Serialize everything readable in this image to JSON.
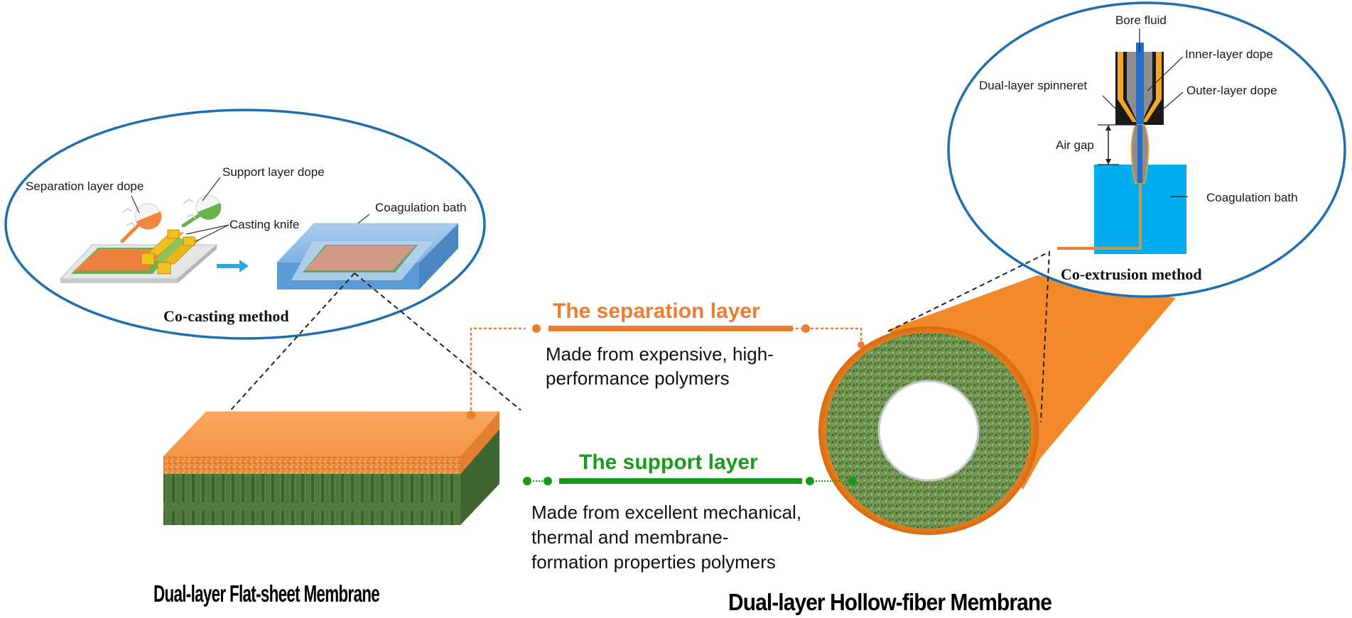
{
  "colors": {
    "ellipse_stroke": "#1f6fb0",
    "separation": "#ed7d31",
    "support": "#1a9a1a",
    "bath_blue": "#00aeef",
    "support_green": "#4e7a3a"
  },
  "co_casting": {
    "title": "Co-casting method",
    "labels": {
      "separation_dope": "Separation layer dope",
      "support_dope": "Support layer dope",
      "casting_knife": "Casting knife",
      "coagulation_bath": "Coagulation bath"
    }
  },
  "co_extrusion": {
    "title": "Co-extrusion method",
    "labels": {
      "bore_fluid": "Bore fluid",
      "inner_dope": "Inner-layer dope",
      "spinneret": "Dual-layer spinneret",
      "outer_dope": "Outer-layer dope",
      "air_gap": "Air gap",
      "coagulation_bath": "Coagulation bath"
    }
  },
  "separation_layer": {
    "title": "The separation layer",
    "description": [
      "Made from expensive, high-",
      "performance polymers"
    ]
  },
  "support_layer": {
    "title": "The support layer",
    "description": [
      "Made from excellent mechanical,",
      "thermal and membrane-",
      "formation properties polymers"
    ]
  },
  "captions": {
    "flat_sheet": "Dual-layer Flat-sheet Membrane",
    "hollow_fiber": "Dual-layer Hollow-fiber Membrane"
  }
}
